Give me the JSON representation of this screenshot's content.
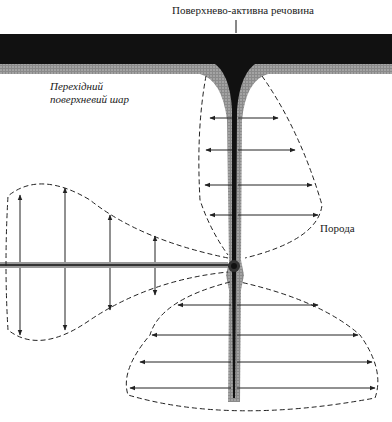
{
  "diagram": {
    "labels": [
      "Поверхнево-активна речовина",
      "Перехідний поверхневий шар",
      "Порода"
    ]
  }
}
